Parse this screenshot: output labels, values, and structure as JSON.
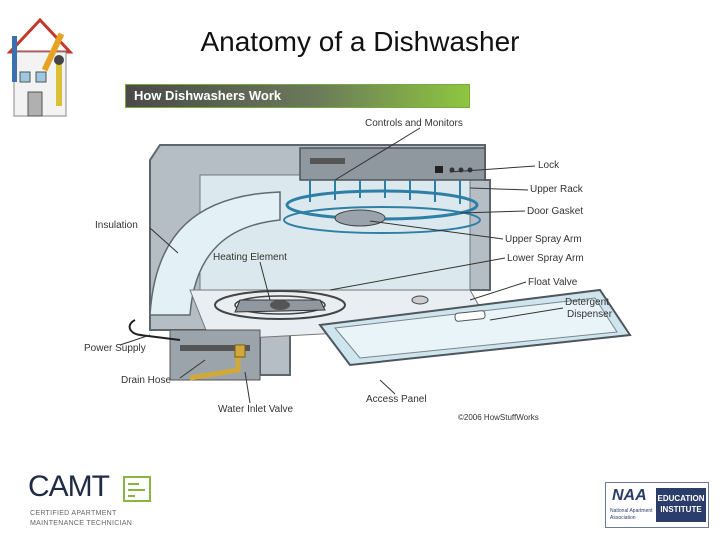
{
  "slide": {
    "title": "Anatomy of a Dishwasher"
  },
  "diagram": {
    "banner": "How Dishwashers Work",
    "copyright": "©2006 HowStuffWorks",
    "labels": {
      "controls": "Controls and Monitors",
      "lock": "Lock",
      "upper_rack": "Upper Rack",
      "door_gasket": "Door Gasket",
      "insulation": "Insulation",
      "upper_spray_arm": "Upper Spray Arm",
      "lower_spray_arm": "Lower Spray Arm",
      "heating_element": "Heating Element",
      "float_valve": "Float Valve",
      "detergent_dispenser_1": "Detergent",
      "detergent_dispenser_2": "Dispenser",
      "power_supply": "Power Supply",
      "drain_hose": "Drain Hose",
      "access_panel": "Access Panel",
      "water_inlet_valve": "Water Inlet Valve"
    },
    "colors": {
      "banner_green": "#8ec63f",
      "steel": "#9aa3ab",
      "tub_blue": "#d8eef5",
      "rack_blue": "#2e7fa6",
      "pipe_gold": "#d1a93a"
    }
  },
  "logos": {
    "camt": {
      "name": "CAMT",
      "line1": "CERTIFIED APARTMENT",
      "line2": "MAINTENANCE TECHNICIAN"
    },
    "naa": {
      "name": "NAA",
      "line1": "National Apartment",
      "line2": "Association",
      "badge1": "EDUCATION",
      "badge2": "INSTITUTE"
    }
  }
}
